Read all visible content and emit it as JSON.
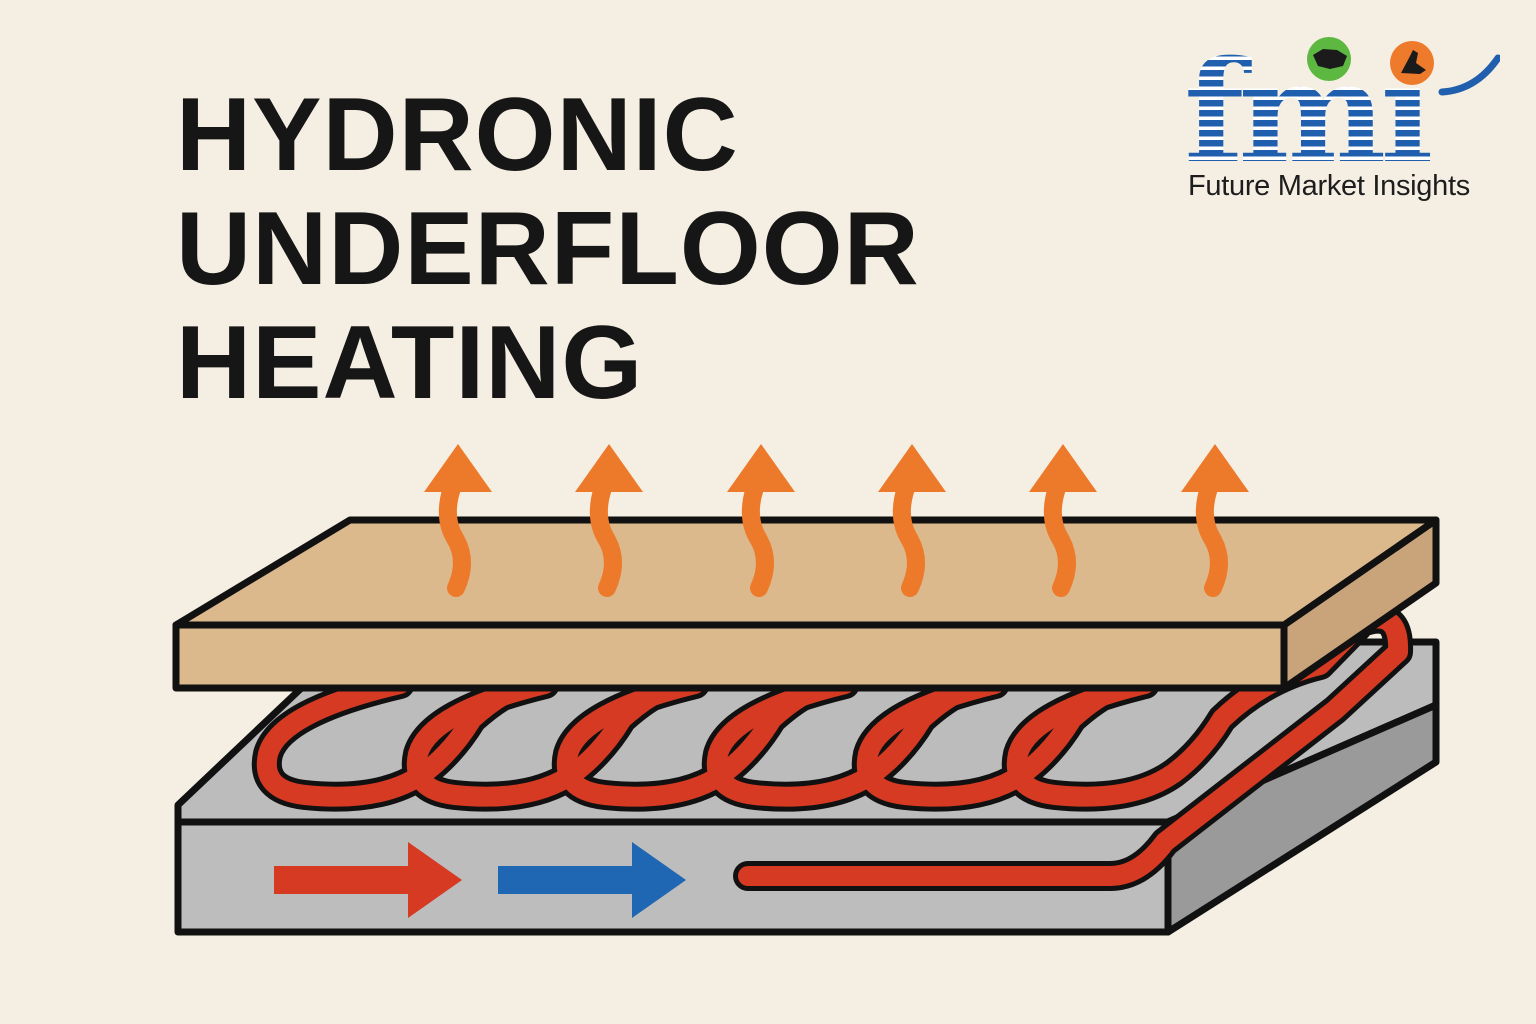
{
  "title": {
    "line1": "HYDRONIC",
    "line2": "UNDERFLOOR",
    "line3": "HEATING"
  },
  "logo": {
    "wordmark": "fmi",
    "caption": "Future Market Insights"
  },
  "colors": {
    "background": "#f5efe3",
    "floor_top": "#dcb98c",
    "slab_gray": "#b8b8b8",
    "pipe_red": "#d63a22",
    "heat_arrow_orange": "#ec7a2a",
    "cold_flow_blue": "#1f66b3",
    "logo_blue": "#1f5fae",
    "logo_green": "#5cb840",
    "logo_orange": "#ee7a2b"
  },
  "diagram": {
    "heat_arrows": [
      "heat-arrow",
      "heat-arrow",
      "heat-arrow",
      "heat-arrow",
      "heat-arrow",
      "heat-arrow"
    ],
    "loop_count": 5,
    "flow_arrows": [
      {
        "direction": "right",
        "color": "red"
      },
      {
        "direction": "right",
        "color": "blue"
      }
    ]
  }
}
